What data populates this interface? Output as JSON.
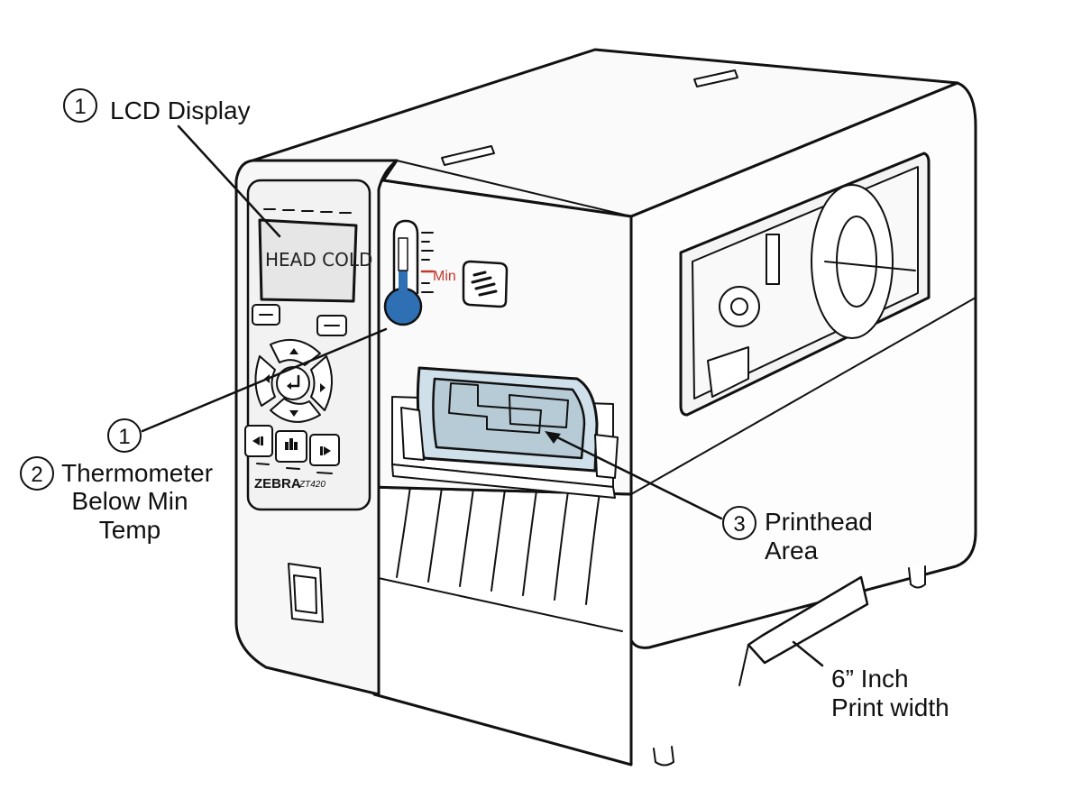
{
  "diagram": {
    "lcd_display_text": "HEAD COLD",
    "thermometer_mark": "Min",
    "brand": "ZEBRA",
    "model": "ZT420",
    "callouts": [
      {
        "number": "1",
        "lines": [
          "LCD Display"
        ]
      },
      {
        "number": "1",
        "lines": []
      },
      {
        "number": "2",
        "lines": [
          "Thermometer",
          "Below Min",
          "Temp"
        ]
      },
      {
        "number": "3",
        "lines": [
          "Printhead",
          "Area"
        ]
      },
      {
        "number": "",
        "lines": [
          "6” Inch",
          "Print width"
        ]
      }
    ]
  },
  "colors": {
    "thermometer_fill": "#2f6fb3",
    "min_mark": "#c0392b",
    "printhead_highlight": "#cfe0ea"
  }
}
